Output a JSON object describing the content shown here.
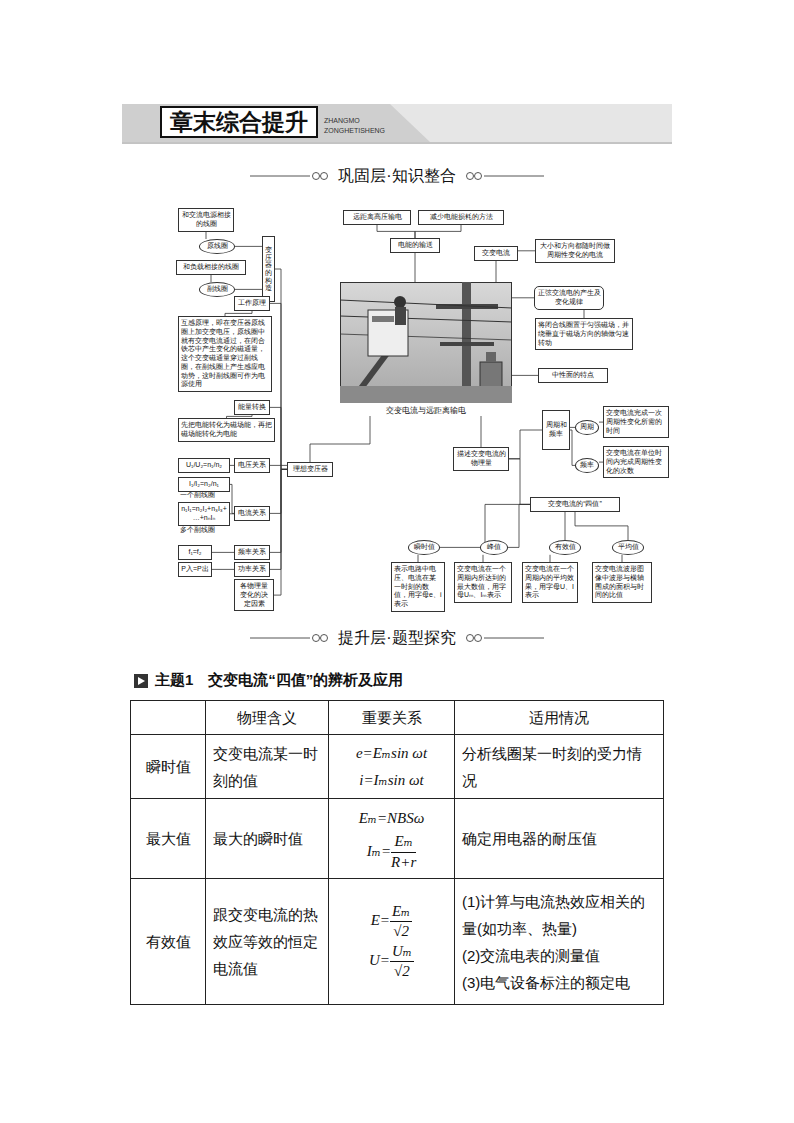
{
  "diagram": {
    "title": "章末综合提升",
    "nodes": [
      {
        "text": [
          "和交流电源相接的线圈"
        ]
      },
      {
        "text": [
          "原线圈"
        ]
      },
      {
        "text": [
          "和负载相接的线圈"
        ]
      },
      {
        "text": [
          "副线圈"
        ]
      },
      {
        "text": [
          "变压器的构造"
        ]
      },
      {
        "text": [
          "工作原理"
        ]
      },
      {
        "text": [
          "互感原理，即在变压器原线圈上加交变电压，原线圈中就有交变电流通过，在闭合铁芯中产生变化的磁通量，这个交变磁通量穿过副线圈，在副线圈上产生感应电动势，这时副线圈可作为电源使用"
        ]
      },
      {
        "text": [
          "能量转换"
        ]
      },
      {
        "text": [
          "先把电能转化为磁场能，再把磁场能转化为电能"
        ]
      },
      {
        "text": [
          "U₁/U₂=n₁/n₂"
        ]
      },
      {
        "text": [
          "电压关系"
        ]
      },
      {
        "text": [
          "I₁/I₂=n₂/n₁"
        ]
      },
      {
        "text": [
          "n₁I₁=n₂I₂+n₃I₃+…+nₙIₙ"
        ]
      },
      {
        "text": [
          "电流关系"
        ]
      },
      {
        "text": [
          "f₁=f₂"
        ]
      },
      {
        "text": [
          "频率关系"
        ]
      },
      {
        "text": [
          "P入=P出"
        ]
      },
      {
        "text": [
          "功率关系"
        ]
      },
      {
        "text": [
          "各物理量变化的决定因素"
        ]
      },
      {
        "text": [
          "理想变压器"
        ]
      },
      {
        "text": [
          "远距离高压输电"
        ]
      },
      {
        "text": [
          "减少电能损耗的方法"
        ]
      },
      {
        "text": [
          "电能的输送"
        ]
      },
      {
        "text": [
          "交变电流"
        ]
      },
      {
        "text": [
          "大小和方向都随时间做周期性变化的电流"
        ]
      },
      {
        "text": [
          "正弦交流电的产生及变化规律"
        ]
      },
      {
        "text": [
          "将闭合线圈置于匀强磁场，并绕垂直于磁场方向的轴做匀速转动"
        ]
      },
      {
        "text": [
          "中性面的特点"
        ]
      },
      {
        "text": [
          "交变电流与远距离输电"
        ]
      },
      {
        "text": [
          "描述交变电流的物理量"
        ]
      },
      {
        "text": [
          "周期和频率"
        ]
      },
      {
        "text": [
          "周期"
        ]
      },
      {
        "text": [
          "交变电流完成一次周期性变化所需的时间"
        ]
      },
      {
        "text": [
          "频率"
        ]
      },
      {
        "text": [
          "交变电流在单位时间内完成周期性变化的次数"
        ]
      },
      {
        "text": [
          "交变电流的“四值”"
        ]
      },
      {
        "text": [
          "瞬时值"
        ]
      },
      {
        "text": [
          "峰值"
        ]
      },
      {
        "text": [
          "有效值"
        ]
      },
      {
        "text": [
          "平均值"
        ]
      },
      {
        "text": [
          "表示电路中电压、电流在某一时刻的数值，用字母e、i表示"
        ]
      },
      {
        "text": [
          "交变电流在一个周期内所达到的最大数值，用字母Uₘ、Iₘ表示"
        ]
      },
      {
        "text": [
          "交变电流在一个周期内的平均效果，用字母U、I表示"
        ]
      },
      {
        "text": [
          "交变电流波形图像中波形与横轴围成的面积与时间的比值"
        ]
      }
    ],
    "edges": [
      {
        "from": 1,
        "to": 0,
        "arrow": "none"
      },
      {
        "from": 3,
        "to": 2,
        "arrow": "none"
      },
      {
        "from": 4,
        "to": 1,
        "arrow": "none"
      },
      {
        "from": 4,
        "to": 3,
        "arrow": "none"
      },
      {
        "from": 5,
        "to": 6,
        "arrow": "none"
      },
      {
        "from": 7,
        "to": 8,
        "arrow": "none"
      },
      {
        "from": 10,
        "to": 9,
        "arrow": "none"
      },
      {
        "from": 13,
        "to": 11,
        "arrow": "none"
      },
      {
        "from": 13,
        "to": 12,
        "arrow": "none"
      },
      {
        "from": 15,
        "to": 14,
        "arrow": "none"
      },
      {
        "from": 17,
        "to": 16,
        "arrow": "none"
      },
      {
        "from": 19,
        "to": 4,
        "arrow": "none"
      },
      {
        "from": 19,
        "to": 5,
        "arrow": "none"
      },
      {
        "from": 19,
        "to": 7,
        "arrow": "none"
      },
      {
        "from": 19,
        "to": 10,
        "arrow": "none"
      },
      {
        "from": 19,
        "to": 13,
        "arrow": "none"
      },
      {
        "from": 19,
        "to": 15,
        "arrow": "none"
      },
      {
        "from": 19,
        "to": 17,
        "arrow": "none"
      },
      {
        "from": 19,
        "to": 18,
        "arrow": "none"
      },
      {
        "from": 22,
        "to": 20,
        "arrow": "none"
      },
      {
        "from": 22,
        "to": 21,
        "arrow": "none"
      },
      {
        "from": 28,
        "to": 22,
        "arrow": "none"
      },
      {
        "from": 28,
        "to": 23,
        "arrow": "none"
      },
      {
        "from": 23,
        "to": 24,
        "arrow": "none"
      },
      {
        "from": 28,
        "to": 25,
        "arrow": "none"
      },
      {
        "from": 25,
        "to": 26,
        "arrow": "none"
      },
      {
        "from": 28,
        "to": 27,
        "arrow": "none"
      },
      {
        "from": 28,
        "to": 19,
        "arrow": "none"
      },
      {
        "from": 28,
        "to": 29,
        "arrow": "none"
      },
      {
        "from": 29,
        "to": 30,
        "arrow": "none"
      },
      {
        "from": 29,
        "to": 35,
        "arrow": "none"
      },
      {
        "from": 30,
        "to": 31,
        "arrow": "none"
      },
      {
        "from": 30,
        "to": 33,
        "arrow": "none"
      },
      {
        "from": 31,
        "to": 32,
        "arrow": "none"
      },
      {
        "from": 33,
        "to": 34,
        "arrow": "none"
      },
      {
        "from": 35,
        "to": 36,
        "arrow": "none"
      },
      {
        "from": 35,
        "to": 37,
        "arrow": "none"
      },
      {
        "from": 35,
        "to": 38,
        "arrow": "none"
      },
      {
        "from": 35,
        "to": 39,
        "arrow": "none"
      },
      {
        "from": 36,
        "to": 40,
        "arrow": "none"
      },
      {
        "from": 37,
        "to": 41,
        "arrow": "none"
      },
      {
        "from": 38,
        "to": 42,
        "arrow": "none"
      },
      {
        "from": 39,
        "to": 43,
        "arrow": "none"
      }
    ],
    "labels": [
      "ZHANGMO",
      "ZONGHETISHENG",
      "巩固层·知识整合",
      "一个副线圈",
      "多个副线圈",
      "提升层·题型探究",
      "主题1　交变电流“四值”的辨析及应用",
      "物理含义",
      "重要关系",
      "适用情况",
      "瞬时值",
      "交变电流某一时刻的值",
      "e=Eₘsin ωt",
      "i=Iₘsin ωt",
      "分析线圈某一时刻的受力情况",
      "最大值",
      "最大的瞬时值",
      "Eₘ=NBSω",
      "Iₘ=",
      "Eₘ",
      "R+r",
      "确定用电器的耐压值",
      "有效值",
      "跟交变电流的热效应等效的恒定电流值",
      "E=",
      "Eₘ",
      "√2",
      "U=",
      "Uₘ",
      "√2",
      "(1)计算与电流热效应相关的量(如功率、热量)",
      "(2)交流电表的测量值",
      "(3)电气设备标注的额定电"
    ]
  }
}
